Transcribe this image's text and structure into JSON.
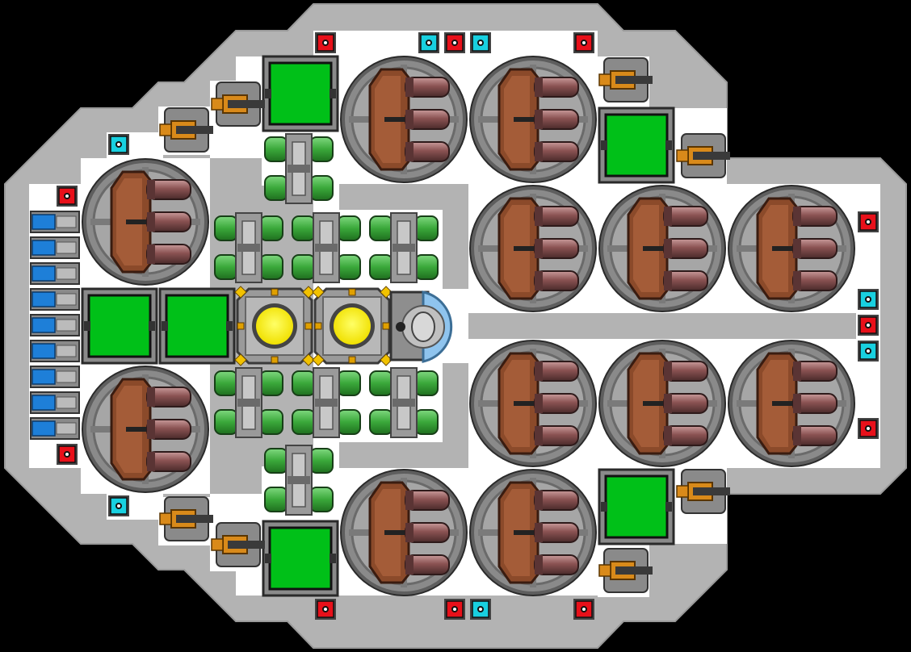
{
  "ship": {
    "hull_color": "#b3b3b3",
    "floor_color": "#ffffff",
    "background_color": "#000000"
  },
  "palette": {
    "armor_green": "#00c018",
    "tank_green": "#3aa83a",
    "reactor_yellow": "#ffff00",
    "thruster_blue": "#1e7fd8",
    "red_port": "#e8101a",
    "cyan_port": "#18d0e0",
    "cannon_orange": "#d98a1a",
    "dish_brown": "#8b4a2a",
    "dish_rim": "#8a8a8a",
    "shield_blue": "#8fc4ee"
  },
  "components": {
    "dish_turret": "dish-turret",
    "green_panel": "armor-panel",
    "fuel_tank": "fuel-tank",
    "reactor": "reactor-core",
    "cockpit": "cockpit",
    "small_cannon": "cannon",
    "red_port": "red-port",
    "cyan_port": "cyan-port",
    "thruster": "thruster"
  }
}
